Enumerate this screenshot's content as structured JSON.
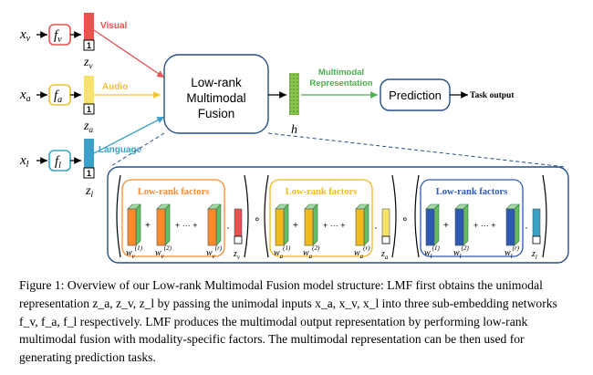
{
  "modalities": [
    {
      "id": "visual",
      "input": "x_v",
      "input_sub": "v",
      "net": "f",
      "net_sub": "v",
      "label": "Visual",
      "z": "z",
      "z_sub": "v",
      "one": "1",
      "color": "#e8534f"
    },
    {
      "id": "audio",
      "input": "x_a",
      "input_sub": "a",
      "net": "f",
      "net_sub": "a",
      "label": "Audio",
      "z": "z",
      "z_sub": "a",
      "one": "1",
      "color": "#f7c744"
    },
    {
      "id": "language",
      "input": "x_l",
      "input_sub": "l",
      "net": "f",
      "net_sub": "l",
      "label": "Language",
      "z": "z",
      "z_sub": "l",
      "one": "1",
      "color": "#3ba1c9"
    }
  ],
  "fusion_box": {
    "line1": "Low-rank",
    "line2": "Multimodal",
    "line3": "Fusion"
  },
  "multimodal_label": {
    "line1": "Multimodal",
    "line2": "Representation"
  },
  "h_label": "h",
  "prediction_label": "Prediction",
  "task_output_label": "Task output",
  "factor_groups": [
    {
      "title": "Low-rank factors",
      "color": "#ff8a2a",
      "bar_color": "#e8534f",
      "w_sub": "v",
      "z_sub": "v",
      "w1_sup": "(1)",
      "w2_sup": "(2)",
      "wr_sup": "(r)",
      "plus": "+",
      "dots": "+ ··· +"
    },
    {
      "title": "Low-rank factors",
      "color": "#f2b81d",
      "bar_color": "#f7e26b",
      "w_sub": "a",
      "z_sub": "a",
      "w1_sup": "(1)",
      "w2_sup": "(2)",
      "wr_sup": "(r)",
      "plus": "+",
      "dots": "+ ··· +"
    },
    {
      "title": "Low-rank factors",
      "color": "#2d59b3",
      "bar_color": "#3ba1c9",
      "w_sub": "l",
      "z_sub": "l",
      "w1_sup": "(1)",
      "w2_sup": "(2)",
      "wr_sup": "(r)",
      "plus": "+",
      "dots": "+ ··· +"
    }
  ],
  "circle_op": "∘",
  "caption": {
    "line1": "Figure 1: Overview of our Low-rank Multimodal Fusion model structure: LMF first obtains the unimodal",
    "line2": "representation z_a, z_v, z_l by passing the unimodal inputs x_a, x_v, x_l into three sub-embedding networks",
    "line3": "f_v, f_a, f_l respectively. LMF produces the multimodal output representation by performing low-rank",
    "line4": "multimodal fusion with modality-specific factors. The multimodal representation can be then used for",
    "line5": "generating prediction tasks."
  }
}
